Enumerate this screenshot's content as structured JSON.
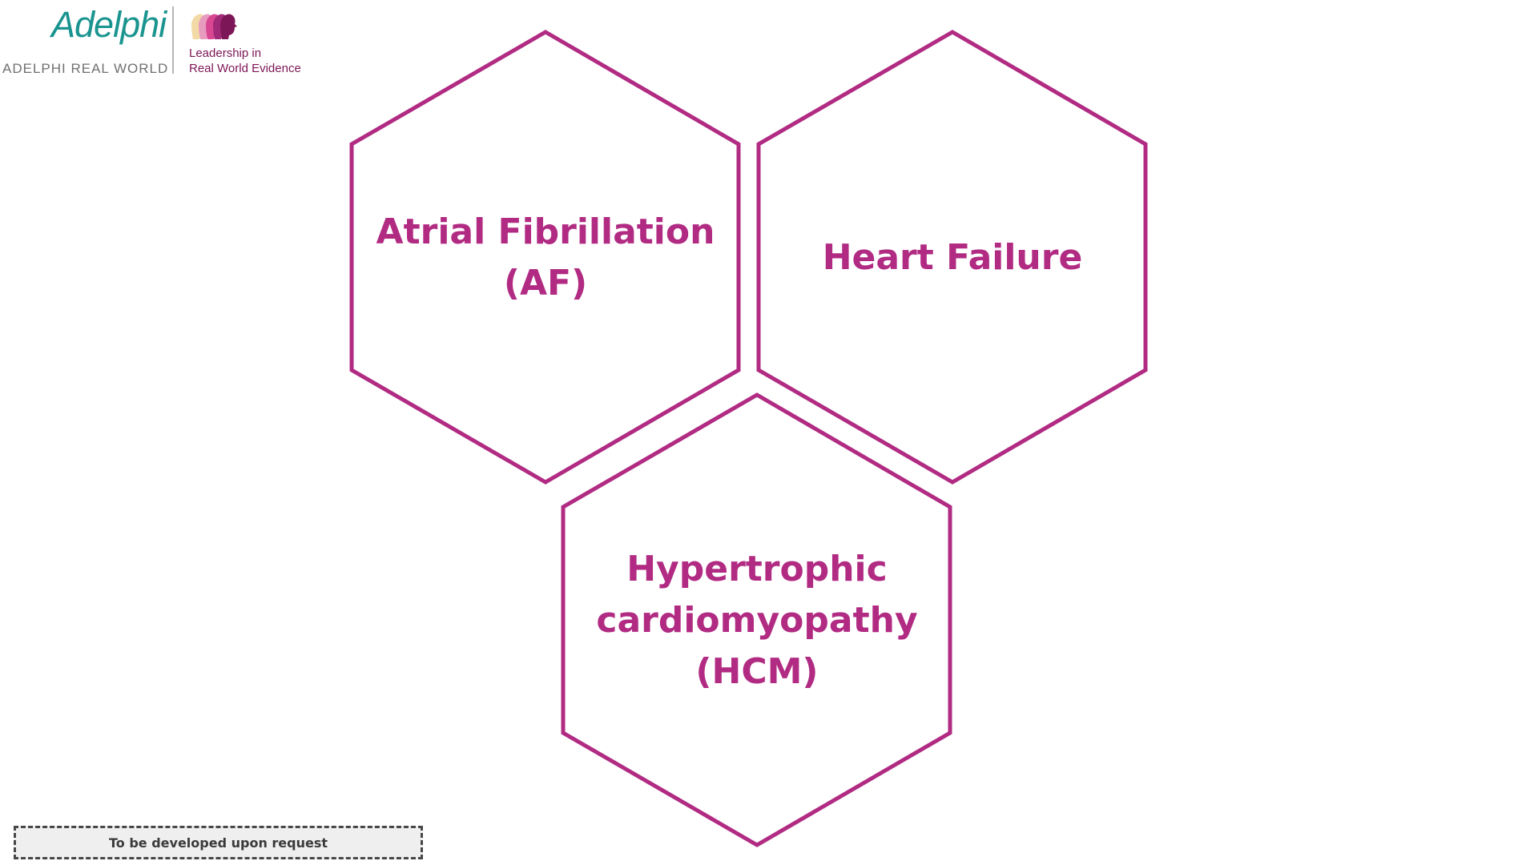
{
  "logo": {
    "wordmark": "Adelphi",
    "subtitle": "ADELPHI REAL WORLD",
    "tagline_line1": "Leadership in",
    "tagline_line2": "Real World Evidence",
    "faces_icon": "overlapping-profile-faces-icon",
    "face_colors": [
      "#f2d9a6",
      "#e79bbf",
      "#d94692",
      "#a02a78",
      "#7d1656"
    ]
  },
  "diagram": {
    "accent_color": "#b12b83",
    "hexagons": [
      {
        "lines": [
          "Atrial Fibrillation",
          "(AF)"
        ]
      },
      {
        "lines": [
          "Heart Failure"
        ]
      },
      {
        "lines": [
          "Hypertrophic",
          "cardiomyopathy",
          "(HCM)"
        ]
      }
    ]
  },
  "footer": {
    "badge_text": "To be developed upon request"
  }
}
